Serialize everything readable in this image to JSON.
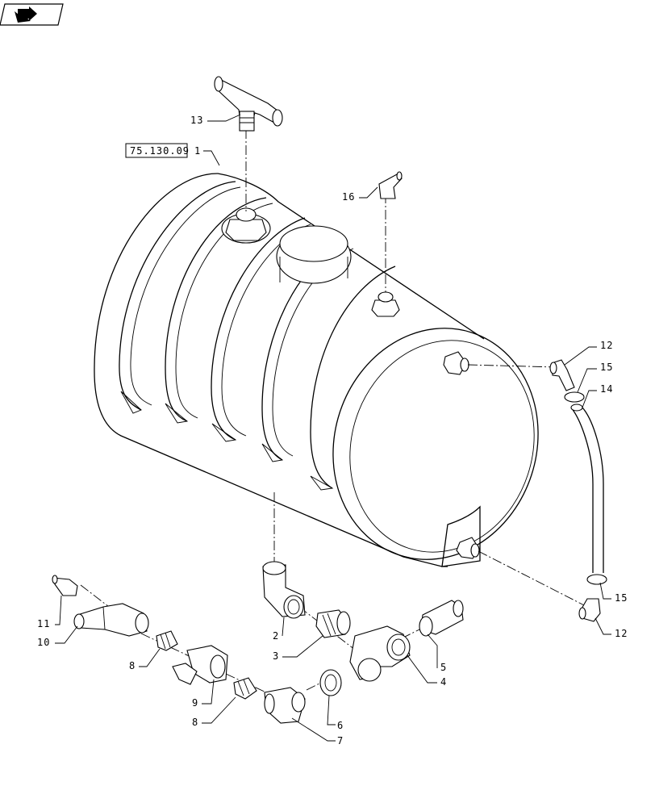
{
  "nav": {
    "icon": "forward-arrow-icon"
  },
  "reference": {
    "code": "75.130.09"
  },
  "callouts": {
    "c1": "1",
    "c2": "2",
    "c3": "3",
    "c4": "4",
    "c5": "5",
    "c6": "6",
    "c7": "7",
    "c8a": "8",
    "c8b": "8",
    "c9": "9",
    "c10": "10",
    "c11": "11",
    "c12a": "12",
    "c12b": "12",
    "c13": "13",
    "c14": "14",
    "c15a": "15",
    "c15b": "15",
    "c16": "16"
  }
}
